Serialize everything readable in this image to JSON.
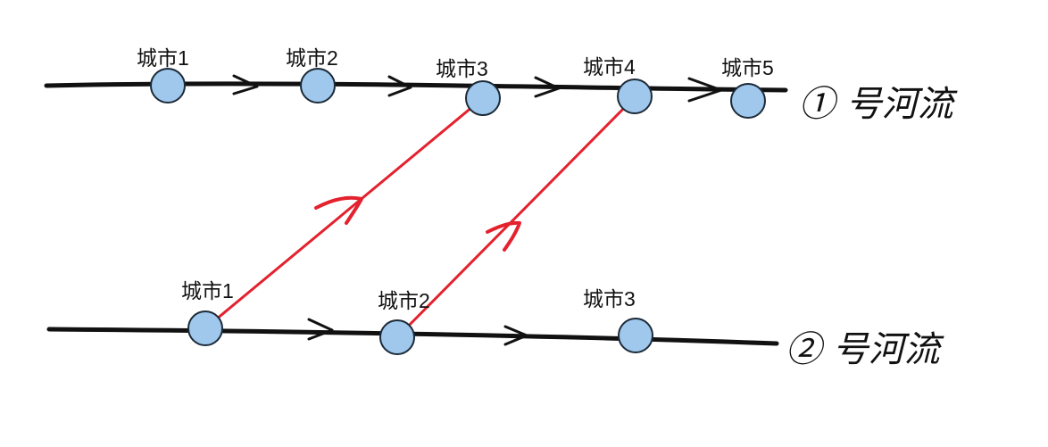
{
  "colors": {
    "river": "#111111",
    "connection": "#e3222e",
    "node_fill": "#9fc8ec",
    "node_stroke": "#1c2a38"
  },
  "river1": {
    "label": "① 号河流",
    "cities": [
      "城市1",
      "城市2",
      "城市3",
      "城市4",
      "城市5"
    ]
  },
  "river2": {
    "label": "② 号河流",
    "cities": [
      "城市1",
      "城市2",
      "城市3"
    ]
  }
}
